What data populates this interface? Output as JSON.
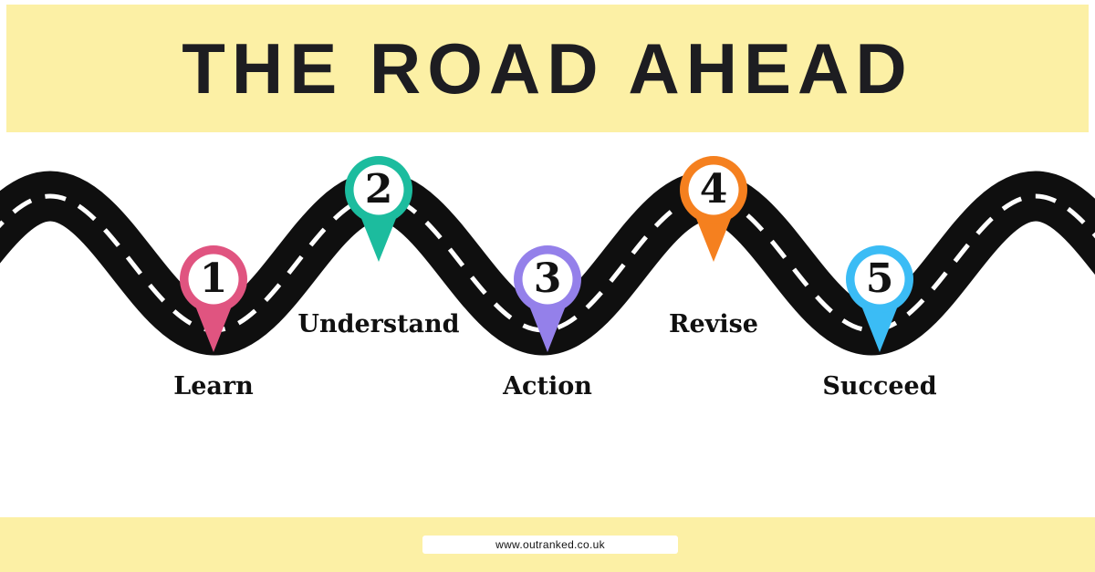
{
  "title": "THE ROAD AHEAD",
  "footer": {
    "website": "www.outranked.co.uk"
  },
  "colors": {
    "banner": "#FCF0A5",
    "road": "#0F0F0F",
    "road_dash": "#FFFFFF",
    "title": "#1D1D21",
    "label": "#101010",
    "pin_inner": "#FFFFFF"
  },
  "steps": [
    {
      "number": "1",
      "label": "Learn",
      "color": "#E05480"
    },
    {
      "number": "2",
      "label": "Understand",
      "color": "#1CBC9E"
    },
    {
      "number": "3",
      "label": "Action",
      "color": "#9480EA"
    },
    {
      "number": "4",
      "label": "Revise",
      "color": "#F5801F"
    },
    {
      "number": "5",
      "label": "Succeed",
      "color": "#3BBCF5"
    }
  ]
}
